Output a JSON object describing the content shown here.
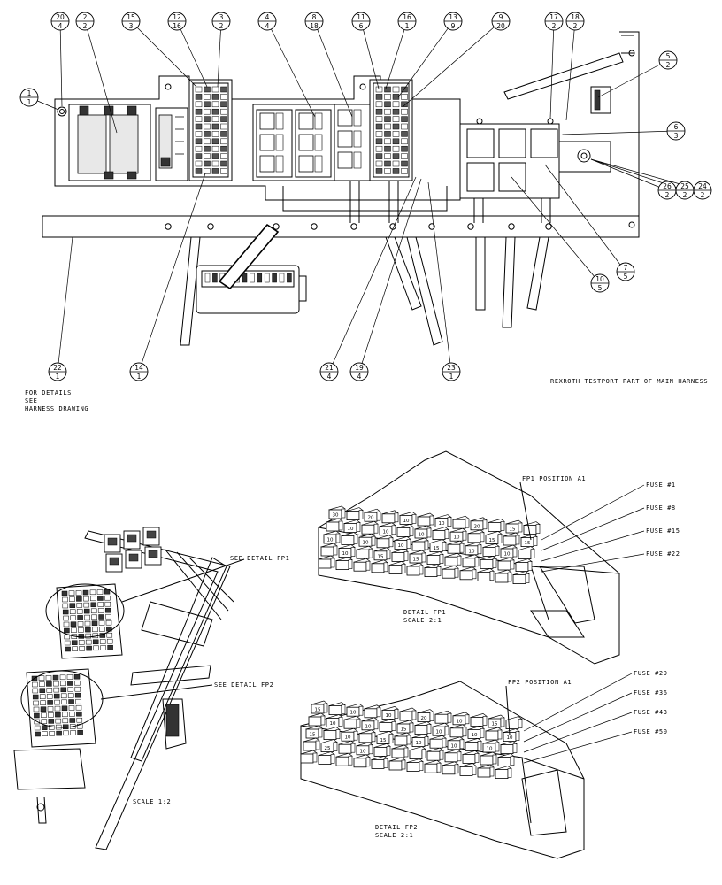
{
  "balloons": [
    {
      "id": "b1",
      "top": "1",
      "bottom": "1"
    },
    {
      "id": "b20",
      "top": "20",
      "bottom": "4"
    },
    {
      "id": "b2",
      "top": "2",
      "bottom": "2"
    },
    {
      "id": "b15",
      "top": "15",
      "bottom": "3"
    },
    {
      "id": "b12",
      "top": "12",
      "bottom": "16"
    },
    {
      "id": "b3",
      "top": "3",
      "bottom": "2"
    },
    {
      "id": "b4",
      "top": "4",
      "bottom": "4"
    },
    {
      "id": "b8",
      "top": "8",
      "bottom": "18"
    },
    {
      "id": "b11",
      "top": "11",
      "bottom": "6"
    },
    {
      "id": "b16",
      "top": "16",
      "bottom": "1"
    },
    {
      "id": "b13",
      "top": "13",
      "bottom": "9"
    },
    {
      "id": "b9",
      "top": "9",
      "bottom": "20"
    },
    {
      "id": "b17",
      "top": "17",
      "bottom": "2"
    },
    {
      "id": "b18",
      "top": "18",
      "bottom": "2"
    },
    {
      "id": "b5",
      "top": "5",
      "bottom": "2"
    },
    {
      "id": "b6",
      "top": "6",
      "bottom": "3"
    },
    {
      "id": "b26",
      "top": "26",
      "bottom": "2"
    },
    {
      "id": "b25",
      "top": "25",
      "bottom": "2"
    },
    {
      "id": "b24",
      "top": "24",
      "bottom": "2"
    },
    {
      "id": "b7",
      "top": "7",
      "bottom": "5"
    },
    {
      "id": "b10",
      "top": "10",
      "bottom": "5"
    },
    {
      "id": "b22",
      "top": "22",
      "bottom": "1"
    },
    {
      "id": "b14",
      "top": "14",
      "bottom": "1"
    },
    {
      "id": "b21",
      "top": "21",
      "bottom": "4"
    },
    {
      "id": "b19",
      "top": "19",
      "bottom": "4"
    },
    {
      "id": "b23",
      "top": "23",
      "bottom": "1"
    }
  ],
  "notes": {
    "details_line1": "FOR DETAILS",
    "details_line2": "SEE",
    "details_line3": "HARNESS DRAWING",
    "rexroth": "REXROTH TESTPORT PART OF MAIN HARNESS",
    "see_detail_fp1": "SEE DETAIL  FP1",
    "see_detail_fp2": "SEE DETAIL  FP2",
    "scale_main": "SCALE  1:2"
  },
  "detail_fp1": {
    "title": "DETAIL  FP1",
    "scale": "SCALE  2:1",
    "position": "FP1 POSITION A1",
    "fuses": [
      "FUSE #1",
      "FUSE #8",
      "FUSE #15",
      "FUSE #22"
    ],
    "ratings": [
      "30",
      "20",
      "10",
      "10",
      "20",
      "15",
      "10",
      "10",
      "10",
      "10",
      "15",
      "15",
      "10",
      "10",
      "10",
      "15",
      "10",
      "10",
      "10",
      "15",
      "15"
    ]
  },
  "detail_fp2": {
    "title": "DETAIL  FP2",
    "scale": "SCALE  2:1",
    "position": "FP2 POSITION A1",
    "fuses": [
      "FUSE #29",
      "FUSE #36",
      "FUSE #43",
      "FUSE #50"
    ],
    "ratings": [
      "15",
      "10",
      "10",
      "20",
      "10",
      "15",
      "10",
      "10",
      "15",
      "10",
      "10",
      "10",
      "15",
      "10",
      "15",
      "10",
      "10",
      "10",
      "25",
      "10"
    ]
  }
}
